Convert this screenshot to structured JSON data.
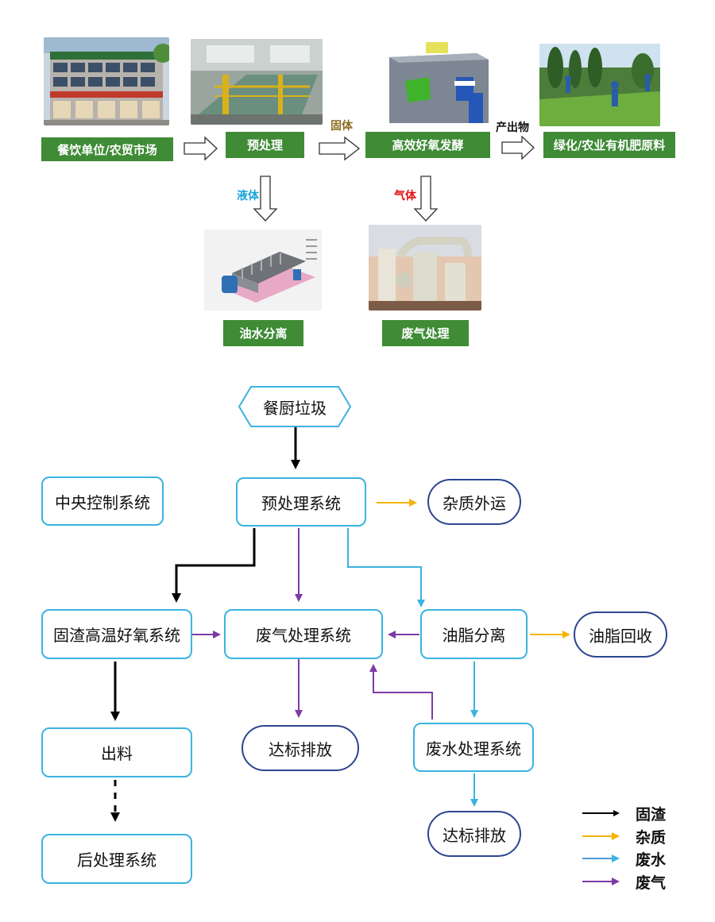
{
  "top_flow": {
    "stages": [
      {
        "label": "餐饮单位/农贸市场"
      },
      {
        "label": "预处理"
      },
      {
        "label": "高效好氧发酵"
      },
      {
        "label": "绿化/农业有机肥原料"
      },
      {
        "label": "油水分离"
      },
      {
        "label": "废气处理"
      }
    ],
    "edge_labels": {
      "solid": "固体",
      "product": "产出物",
      "liquid": "液体",
      "gas": "气体"
    },
    "tag_colors": {
      "solid": "#8b6d1f",
      "product": "#111111",
      "liquid": "#1aa3d9",
      "gas": "#e01010"
    },
    "label_color": "#3f8b36"
  },
  "flowchart": {
    "nodes": {
      "source": "餐厨垃圾",
      "control": "中央控制系统",
      "pretreat": "预处理系统",
      "impurity_out": "杂质外运",
      "aerobic": "固渣高温好氧系统",
      "gas_treat": "废气处理系统",
      "oil_sep": "油脂分离",
      "oil_recover": "油脂回收",
      "discharge_material": "出料",
      "gas_discharge": "达标排放",
      "wastewater": "废水处理系统",
      "water_discharge": "达标排放",
      "post_treat": "后处理系统"
    },
    "legend": [
      {
        "label": "固渣",
        "color": "#000000"
      },
      {
        "label": "杂质",
        "color": "#f5b400"
      },
      {
        "label": "废水",
        "color": "#4a9bd6"
      },
      {
        "label": "废气",
        "color": "#7d3aa8"
      }
    ],
    "colors": {
      "node_border": "#3bb3e0",
      "pill_border": "#2b4590"
    }
  }
}
